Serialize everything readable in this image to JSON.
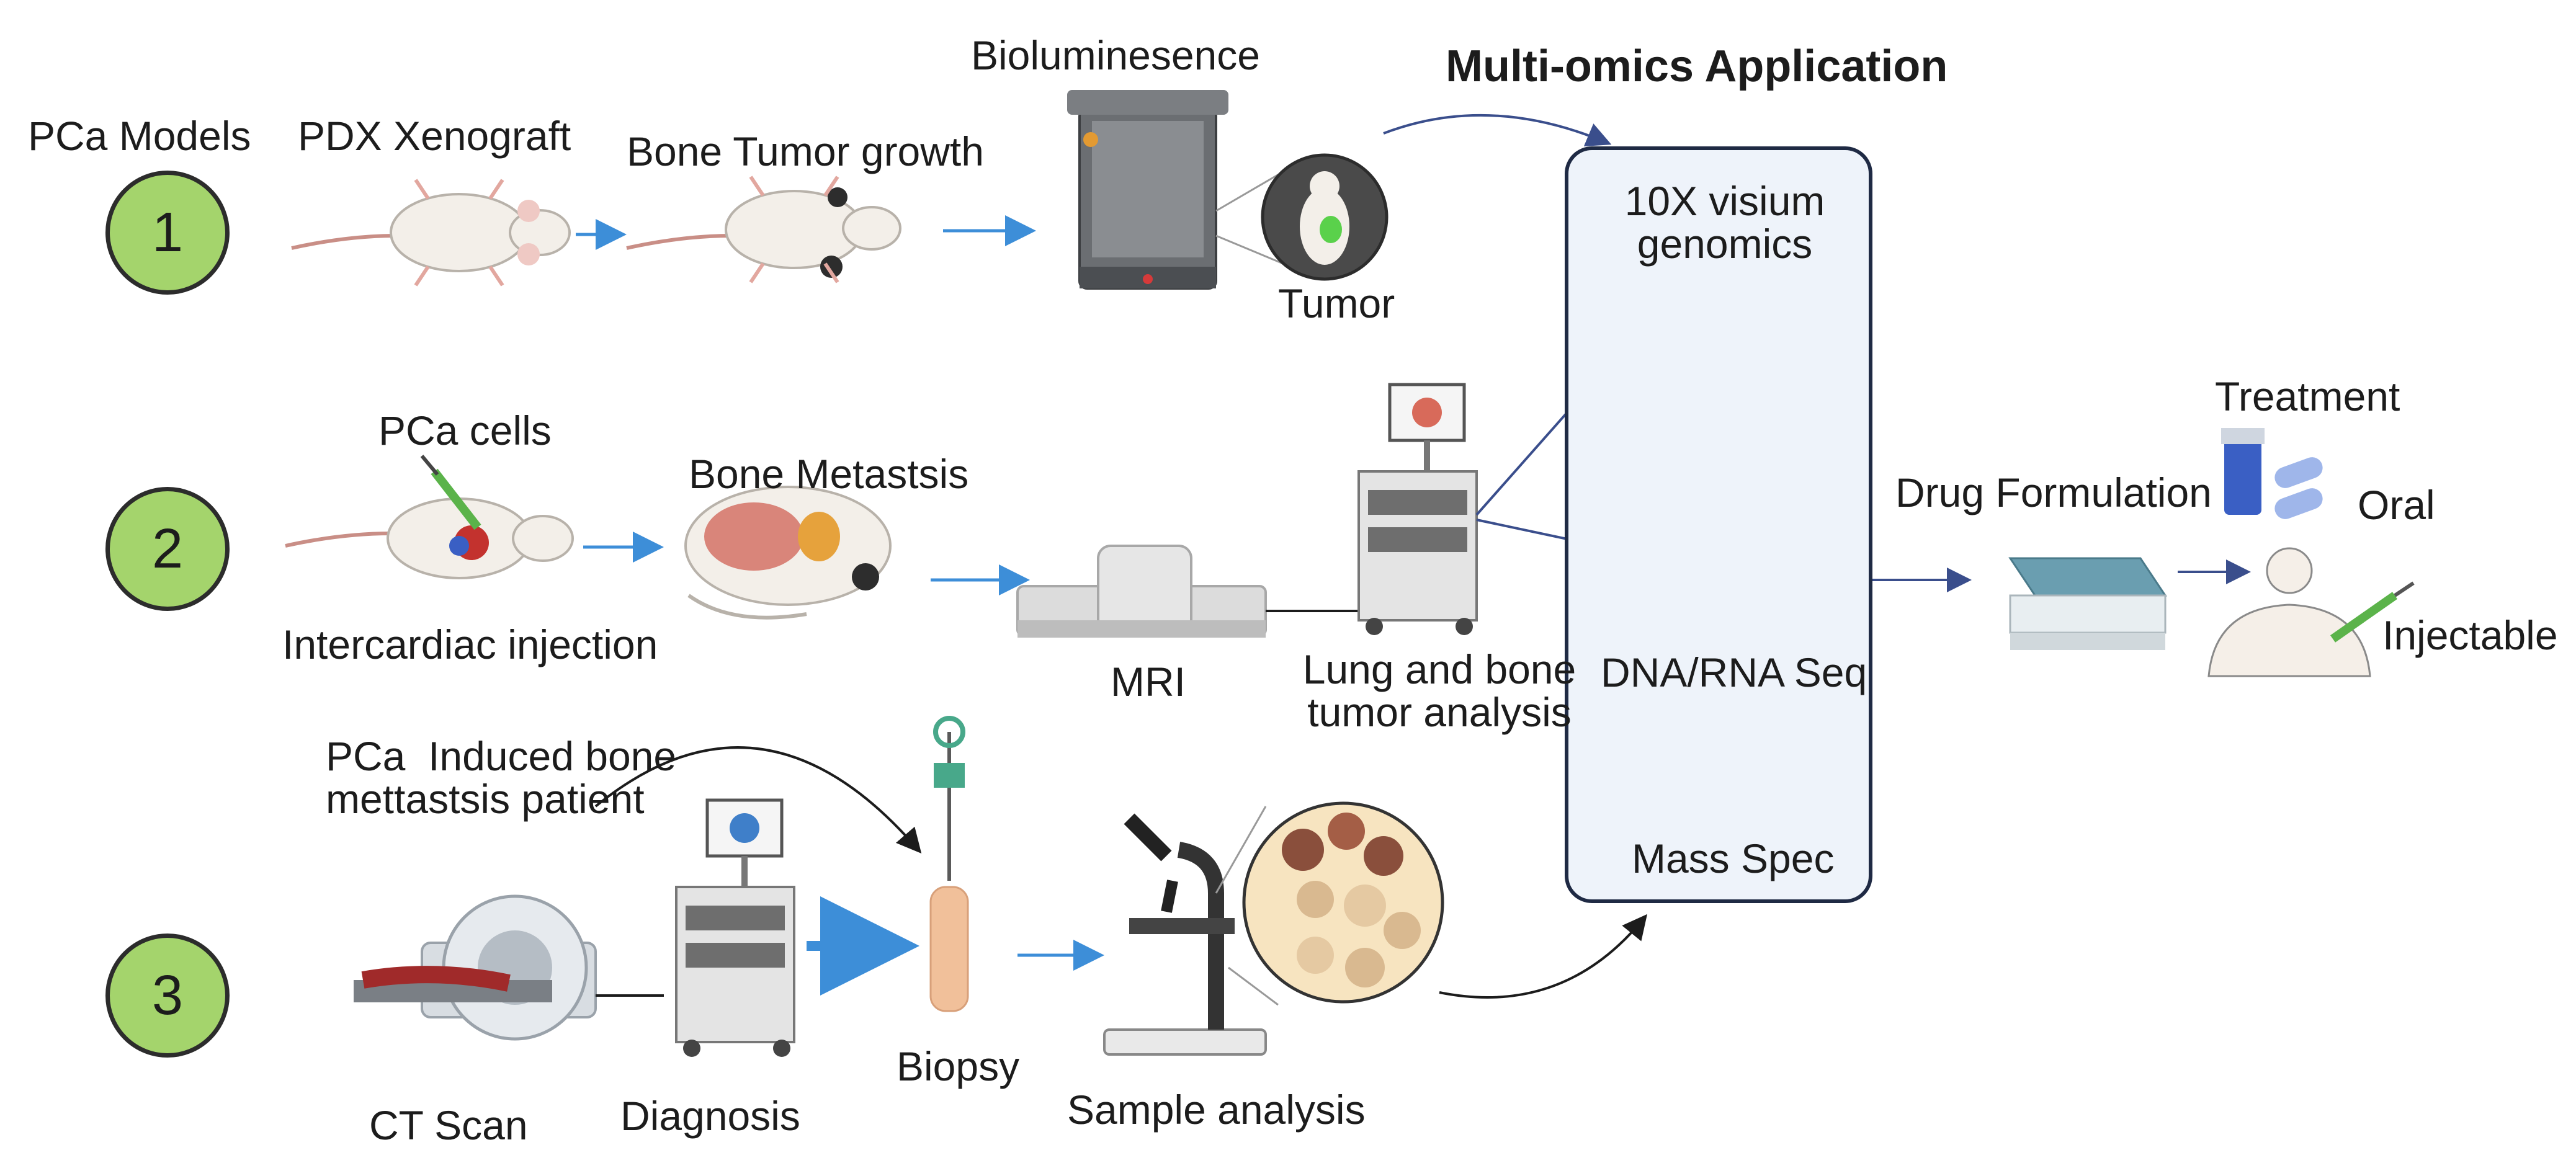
{
  "title": "Multi-omics Application",
  "models_heading": "PCa Models",
  "models": [
    {
      "number": "1"
    },
    {
      "number": "2"
    },
    {
      "number": "3"
    }
  ],
  "row1": {
    "pdx": "PDX Xenograft",
    "bone_growth": "Bone Tumor growth",
    "biolum": "Bioluminesence",
    "tumor": "Tumor"
  },
  "row2": {
    "pca_cells": "PCa cells",
    "injection": "Intercardiac injection",
    "metastasis": "Bone Metastsis",
    "mri": "MRI",
    "analysis": "Lung and bone\ntumor analysis"
  },
  "row3": {
    "patient": "PCa  Induced bone\nmettastsis patient",
    "ct": "CT Scan",
    "diagnosis": "Diagnosis",
    "biopsy": "Biopsy",
    "sample": "Sample analysis"
  },
  "omics": {
    "visium": "10X visium\ngenomics",
    "seq": "DNA/RNA Seq",
    "mass": "Mass Spec"
  },
  "output": {
    "drug": "Drug Formulation",
    "treatment": "Treatment",
    "oral": "Oral",
    "injectable": "Injectable"
  },
  "colors": {
    "circle_fill": "#a4d46c",
    "arrow_blue": "#3d8ed8",
    "panel_border": "#1f2a44",
    "panel_fill": "#eef3fa"
  }
}
